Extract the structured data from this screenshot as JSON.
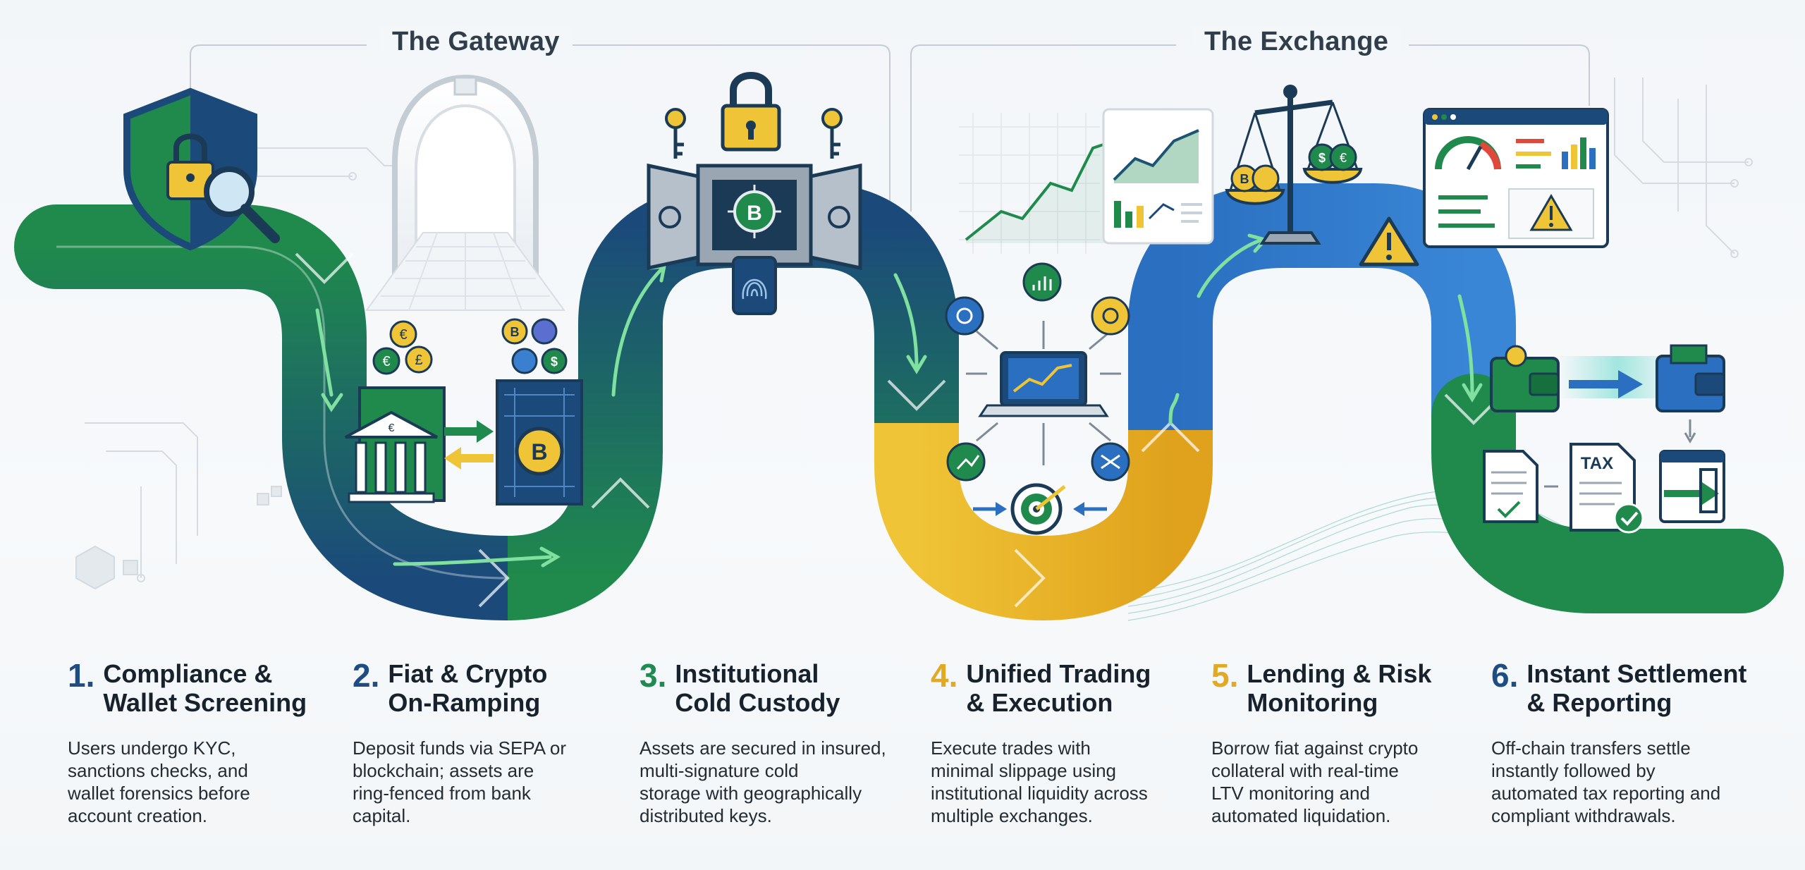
{
  "sections": {
    "gateway": "The Gateway",
    "exchange": "The Exchange"
  },
  "icon_texts": {
    "tax_label": "TAX",
    "euro": "€",
    "pound": "£",
    "dollar": "$",
    "bitcoin": "B"
  },
  "colors": {
    "navy": "#1b4a7a",
    "green": "#1f8a4c",
    "yellow": "#e8b52a",
    "blue": "#2a6fc0"
  },
  "steps": [
    {
      "number": "1.",
      "title_line1": "Compliance &",
      "title_line2": "Wallet Screening",
      "desc_lines": [
        "Users undergo KYC,",
        "sanctions checks, and",
        "wallet forensics before",
        "account creation."
      ]
    },
    {
      "number": "2.",
      "title_line1": "Fiat & Crypto",
      "title_line2": "On-Ramping",
      "desc_lines": [
        "Deposit funds via SEPA or",
        "blockchain; assets are",
        "ring-fenced from bank",
        "capital."
      ]
    },
    {
      "number": "3.",
      "title_line1": "Institutional",
      "title_line2": "Cold Custody",
      "desc_lines": [
        "Assets are secured in insured,",
        "multi-signature cold",
        "storage with geographically",
        "distributed keys."
      ]
    },
    {
      "number": "4.",
      "title_line1": "Unified Trading",
      "title_line2": "& Execution",
      "desc_lines": [
        "Execute trades with",
        "minimal slippage using",
        "institutional liquidity across",
        "multiple exchanges."
      ]
    },
    {
      "number": "5.",
      "title_line1": "Lending & Risk",
      "title_line2": "Monitoring",
      "desc_lines": [
        "Borrow fiat against crypto",
        "collateral with real-time",
        "LTV monitoring and",
        "automated liquidation."
      ]
    },
    {
      "number": "6.",
      "title_line1": "Instant Settlement",
      "title_line2": "& Reporting",
      "desc_lines": [
        "Off-chain transfers settle",
        "instantly followed by",
        "automated tax reporting and",
        "compliant withdrawals."
      ]
    }
  ]
}
